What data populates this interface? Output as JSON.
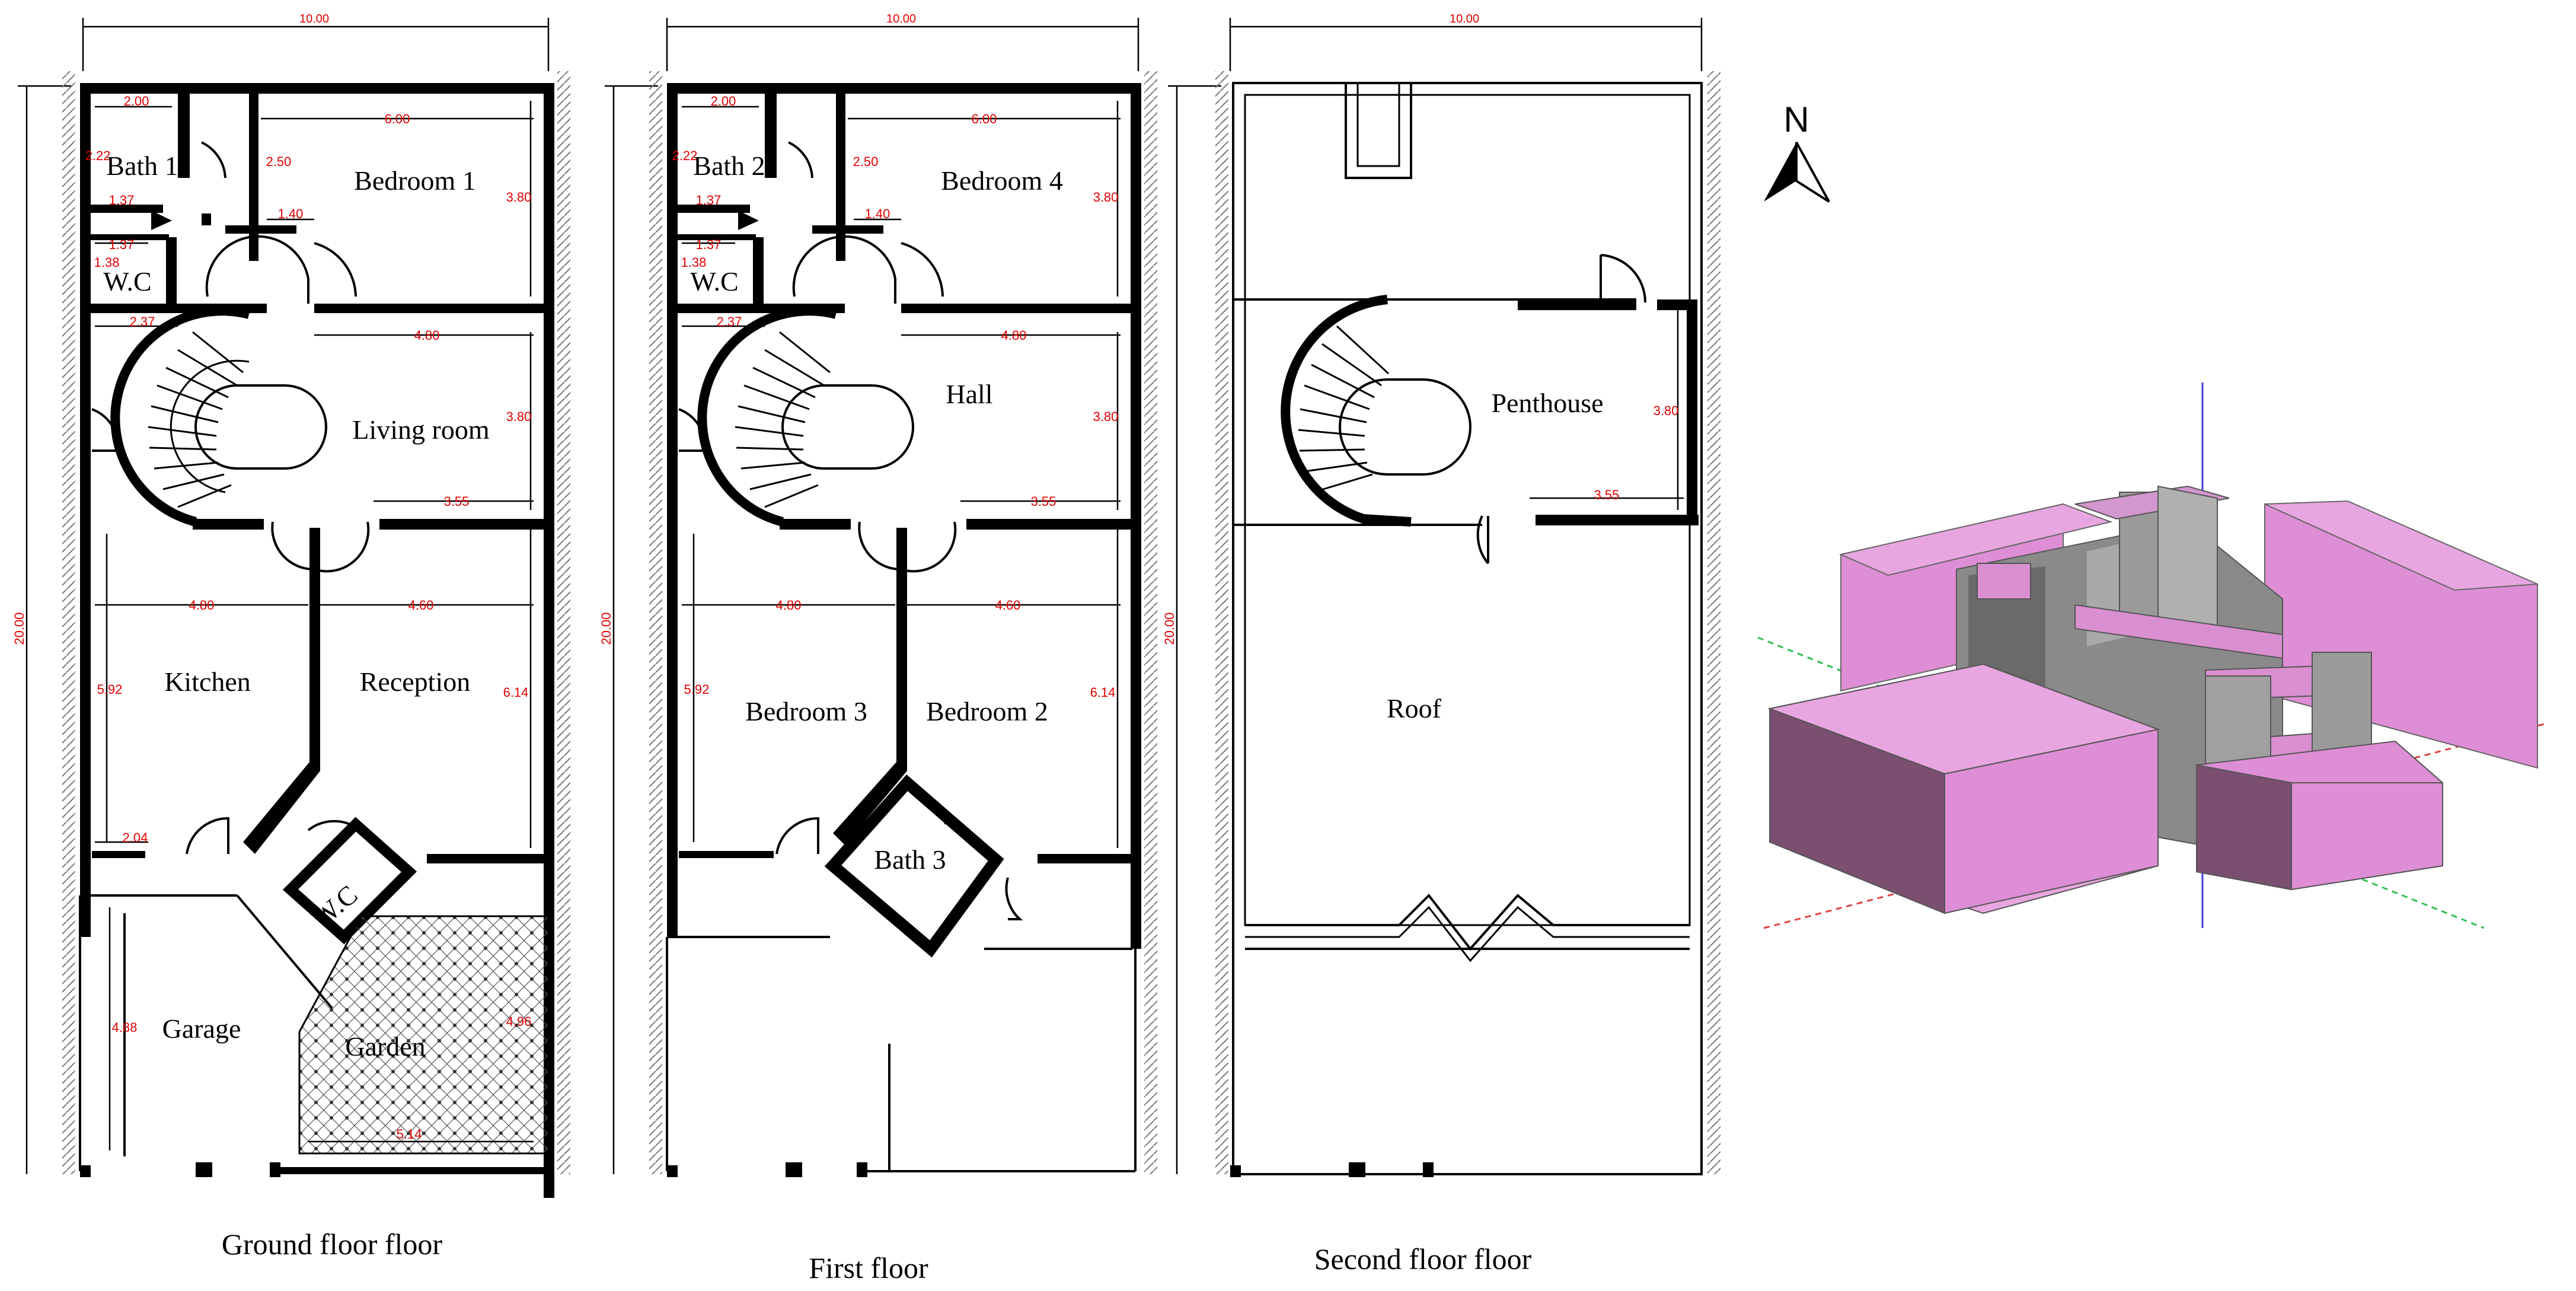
{
  "north_label": "N",
  "plans": [
    {
      "caption": "Ground floor floor",
      "top_dim": "10.00",
      "left_dim": "20.00",
      "rooms": [
        "Bath 1",
        "Bedroom 1",
        "W.C",
        "Living room",
        "Kitchen",
        "Reception",
        "W.C",
        "Garage",
        "Garden"
      ],
      "dims": [
        "2.00",
        "6.00",
        "2.22",
        "2.50",
        "1.37",
        "1.40",
        "1.37",
        "1.38",
        "3.80",
        "2.37",
        "4.80",
        "3.80",
        "3.55",
        "4.80",
        "4.60",
        "5.92",
        "6.14",
        "2.04",
        "4.88",
        "4.96",
        "5.14"
      ]
    },
    {
      "caption": "First floor",
      "top_dim": "10.00",
      "left_dim": "20.00",
      "rooms": [
        "Bath 2",
        "Bedroom 4",
        "W.C",
        "Hall",
        "Bedroom 3",
        "Bedroom 2",
        "Bath 3"
      ],
      "dims": [
        "2.00",
        "6.00",
        "2.22",
        "2.50",
        "1.37",
        "1.40",
        "1.37",
        "1.38",
        "3.80",
        "2.37",
        "4.80",
        "3.80",
        "3.55",
        "4.80",
        "4.60",
        "5.92",
        "6.14"
      ]
    },
    {
      "caption": "Second floor floor",
      "top_dim": "10.00",
      "left_dim": "20.00",
      "rooms": [
        "Penthouse",
        "Roof"
      ],
      "dims": [
        "3.80",
        "3.55"
      ]
    }
  ],
  "model_colors": {
    "mass": "#dd8ed5",
    "mass_side": "#7a4f70",
    "mass_top": "#e8a6e0",
    "glass": "#9a9a9a",
    "axis_x": "#e04040",
    "axis_y": "#30c050",
    "axis_z": "#4040e0"
  }
}
